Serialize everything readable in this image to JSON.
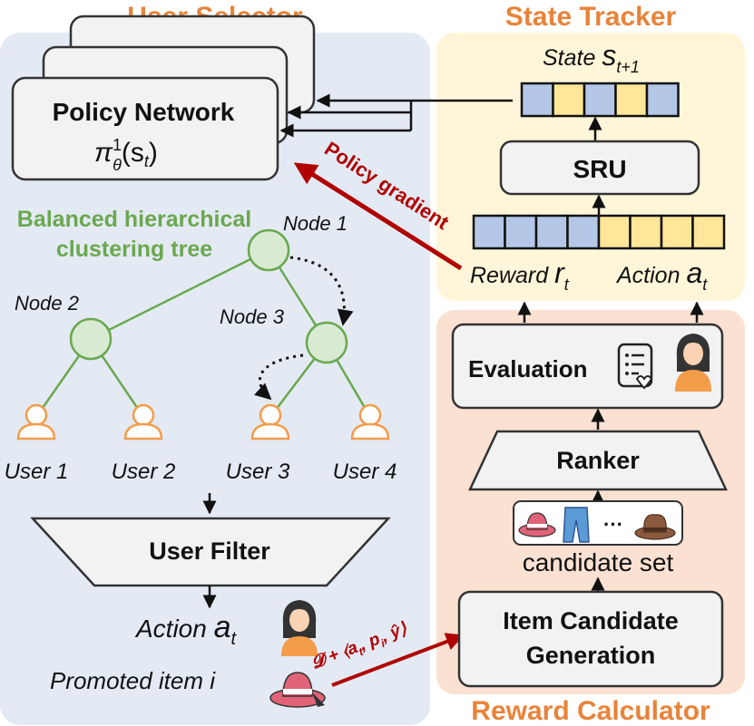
{
  "colors": {
    "orange_title": "#e8833a",
    "green": "#6aa84f",
    "red": "#b00000",
    "blue_cell": "#b4c7e7",
    "yellow_cell": "#ffe699",
    "user_panel": "#e4eaf4",
    "state_panel": "#fff6d9",
    "reward_panel": "#fbe1d2"
  },
  "sections": {
    "user_selector": "User Selector",
    "state_tracker": "State Tracker",
    "reward_calculator": "Reward Calculator"
  },
  "policy_network": {
    "title": "Policy Network",
    "formula": "π",
    "formula_sup": "1",
    "formula_sub": "θ",
    "formula_arg": "(s",
    "formula_arg_sub": "t",
    "formula_close": ")"
  },
  "tree": {
    "label_line1": "Balanced hierarchical",
    "label_line2": "clustering tree",
    "nodes": [
      "Node 1",
      "Node 2",
      "Node 3"
    ],
    "users": [
      "User 1",
      "User 2",
      "User 3",
      "User 4"
    ]
  },
  "user_filter": "User Filter",
  "action": {
    "label": "Action ",
    "var": "a",
    "sub": "t"
  },
  "promoted_item": "Promoted item i",
  "policy_gradient": "Policy gradient",
  "dataset_formula": "𝓓 + ⟨a",
  "dataset_formula_rest": ", p",
  "dataset_formula_end": ", ŷ⟩",
  "state": {
    "label": "State ",
    "var": "s",
    "sub": "t+1"
  },
  "sru": "SRU",
  "reward": {
    "label": "Reward ",
    "var": "r",
    "sub": "t"
  },
  "action_right": {
    "label": "Action ",
    "var": "a",
    "sub": "t"
  },
  "evaluation": "Evaluation",
  "ranker": "Ranker",
  "candidate_set": "candidate set",
  "candidate_dots": "···",
  "item_candidate_line1": "Item Candidate",
  "item_candidate_line2": "Generation"
}
